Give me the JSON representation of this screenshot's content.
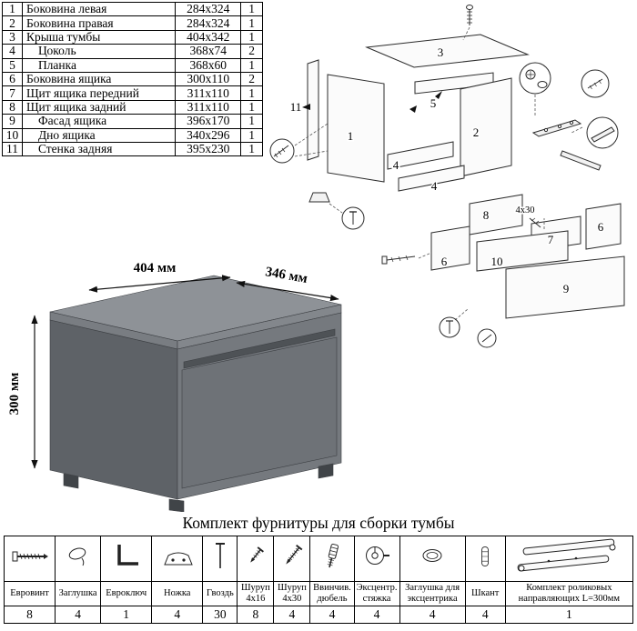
{
  "parts_table": {
    "rows": [
      {
        "num": "1",
        "name": "Боковина левая",
        "size": "284x324",
        "qty": "1"
      },
      {
        "num": "2",
        "name": "Боковина правая",
        "size": "284x324",
        "qty": "1"
      },
      {
        "num": "3",
        "name": "Крыша тумбы",
        "size": "404x342",
        "qty": "1"
      },
      {
        "num": "4",
        "name": "Цоколь",
        "size": "368x74",
        "qty": "2"
      },
      {
        "num": "5",
        "name": "Планка",
        "size": "368x60",
        "qty": "1"
      },
      {
        "num": "6",
        "name": "Боковина ящика",
        "size": "300x110",
        "qty": "2"
      },
      {
        "num": "7",
        "name": "Щит ящика передний",
        "size": "311x110",
        "qty": "1"
      },
      {
        "num": "8",
        "name": "Щит ящика задний",
        "size": "311x110",
        "qty": "1"
      },
      {
        "num": "9",
        "name": "Фасад ящика",
        "size": "396x170",
        "qty": "1"
      },
      {
        "num": "10",
        "name": "Дно ящика",
        "size": "340x296",
        "qty": "1"
      },
      {
        "num": "11",
        "name": "Стенка задняя",
        "size": "395x230",
        "qty": "1"
      }
    ]
  },
  "diagram": {
    "labels": {
      "p1": "1",
      "p2": "2",
      "p3": "3",
      "p4a": "4",
      "p4b": "4",
      "p5": "5",
      "p6a": "6",
      "p6b": "6",
      "p7": "7",
      "p8": "8",
      "p9": "9",
      "p10": "10",
      "p11": "11"
    },
    "screw_note": "4x30"
  },
  "product_render": {
    "width_label": "404 мм",
    "depth_label": "346 мм",
    "height_label": "300 мм",
    "colors": {
      "top": "#8e9297",
      "front": "#75797e",
      "side": "#5e6267",
      "drawer": "#6e7277",
      "groove": "#4e5256",
      "feet": "#404448"
    }
  },
  "hardware": {
    "title": "Комплект фурнитуры для сборки тумбы",
    "items": [
      {
        "name": "Евровинт",
        "qty": "8"
      },
      {
        "name": "Заглушка",
        "qty": "4"
      },
      {
        "name": "Евроключ",
        "qty": "1"
      },
      {
        "name": "Ножка",
        "qty": "4"
      },
      {
        "name": "Гвоздь",
        "qty": "30"
      },
      {
        "name": "Шуруп 4x16",
        "qty": "8"
      },
      {
        "name": "Шуруп 4x30",
        "qty": "4"
      },
      {
        "name": "Ввинчив. дюбель",
        "qty": "4"
      },
      {
        "name": "Эксцентр. стяжка",
        "qty": "4"
      },
      {
        "name": "Заглушка для эксцентрика",
        "qty": "4"
      },
      {
        "name": "Шкант",
        "qty": "4"
      },
      {
        "name": "Комплект роликовых направляющих L=300мм",
        "qty": "1"
      }
    ]
  }
}
